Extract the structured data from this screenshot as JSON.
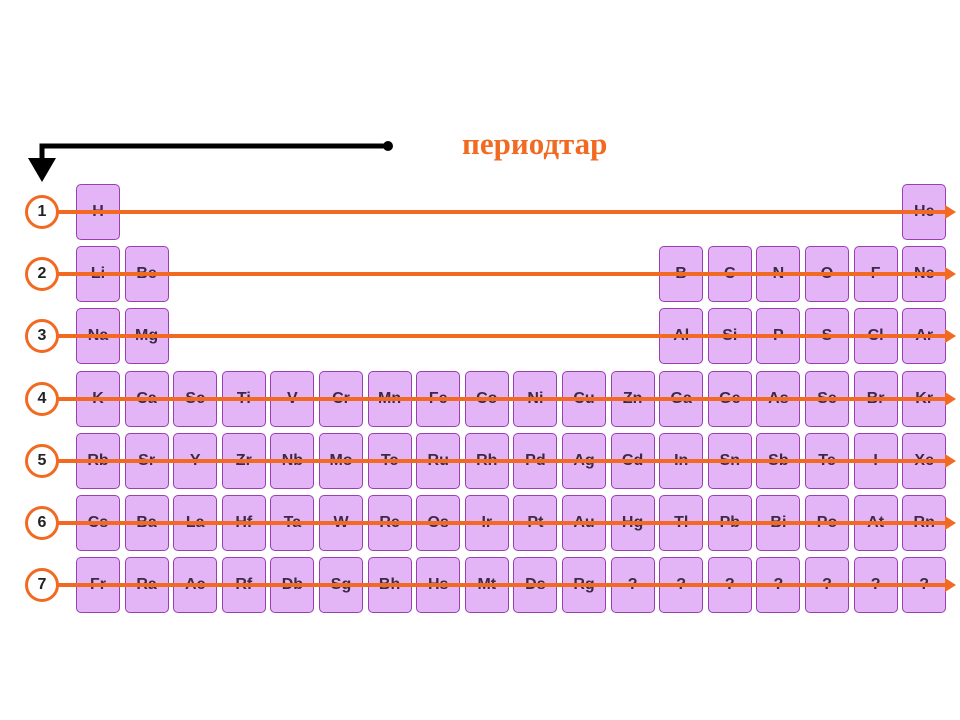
{
  "title": "периодтар",
  "colors": {
    "accent": "#f26a21",
    "cell_fill": "#e3b5f7",
    "cell_border": "#9b3fb0",
    "pointer": "#000000"
  },
  "periods": [
    {
      "number": "1",
      "elements": [
        "H",
        "",
        "",
        "",
        "",
        "",
        "",
        "",
        "",
        "",
        "",
        "",
        "",
        "",
        "",
        "",
        "",
        "He"
      ]
    },
    {
      "number": "2",
      "elements": [
        "Li",
        "Be",
        "",
        "",
        "",
        "",
        "",
        "",
        "",
        "",
        "",
        "",
        "B",
        "C",
        "N",
        "O",
        "F",
        "Ne"
      ]
    },
    {
      "number": "3",
      "elements": [
        "Na",
        "Mg",
        "",
        "",
        "",
        "",
        "",
        "",
        "",
        "",
        "",
        "",
        "Al",
        "Si",
        "P",
        "S",
        "Cl",
        "Ar"
      ]
    },
    {
      "number": "4",
      "elements": [
        "K",
        "Ca",
        "Sc",
        "Ti",
        "V",
        "Cr",
        "Mn",
        "Fe",
        "Co",
        "Ni",
        "Cu",
        "Zn",
        "Ga",
        "Ge",
        "As",
        "Se",
        "Br",
        "Kr"
      ]
    },
    {
      "number": "5",
      "elements": [
        "Rb",
        "Sr",
        "Y",
        "Zr",
        "Nb",
        "Mo",
        "Tc",
        "Ru",
        "Rh",
        "Pd",
        "Ag",
        "Cd",
        "In",
        "Sn",
        "Sb",
        "Te",
        "I",
        "Xe"
      ]
    },
    {
      "number": "6",
      "elements": [
        "Cs",
        "Ba",
        "La",
        "Hf",
        "Ta",
        "W",
        "Re",
        "Os",
        "Ir",
        "Pt",
        "Au",
        "Hg",
        "Tl",
        "Pb",
        "Bi",
        "Po",
        "At",
        "Rn"
      ]
    },
    {
      "number": "7",
      "elements": [
        "Fr",
        "Ra",
        "Ac",
        "Rf",
        "Db",
        "Sg",
        "Bh",
        "Hs",
        "Mt",
        "Ds",
        "Rg",
        "?",
        "?",
        "?",
        "?",
        "?",
        "?",
        "?"
      ]
    }
  ]
}
